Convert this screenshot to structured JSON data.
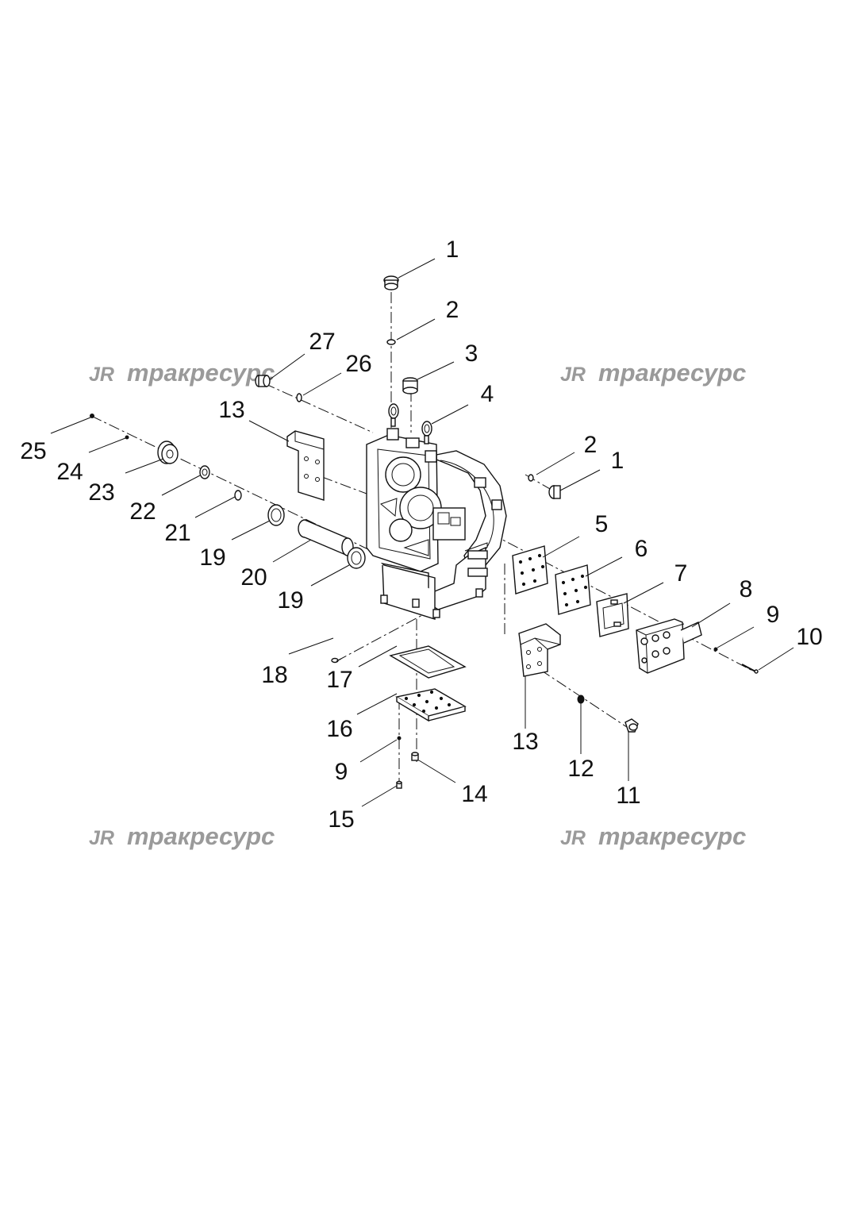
{
  "watermark": {
    "logo": "JR",
    "brand": "тракресурс"
  },
  "callouts": [
    {
      "id": "c1a",
      "label": "1"
    },
    {
      "id": "c2a",
      "label": "2"
    },
    {
      "id": "c27",
      "label": "27"
    },
    {
      "id": "c26",
      "label": "26"
    },
    {
      "id": "c3",
      "label": "3"
    },
    {
      "id": "c4",
      "label": "4"
    },
    {
      "id": "c13a",
      "label": "13"
    },
    {
      "id": "c25",
      "label": "25"
    },
    {
      "id": "c24",
      "label": "24"
    },
    {
      "id": "c23",
      "label": "23"
    },
    {
      "id": "c22",
      "label": "22"
    },
    {
      "id": "c21",
      "label": "21"
    },
    {
      "id": "c19a",
      "label": "19"
    },
    {
      "id": "c20",
      "label": "20"
    },
    {
      "id": "c19b",
      "label": "19"
    },
    {
      "id": "c2b",
      "label": "2"
    },
    {
      "id": "c1b",
      "label": "1"
    },
    {
      "id": "c5",
      "label": "5"
    },
    {
      "id": "c6",
      "label": "6"
    },
    {
      "id": "c7",
      "label": "7"
    },
    {
      "id": "c8",
      "label": "8"
    },
    {
      "id": "c9a",
      "label": "9"
    },
    {
      "id": "c10",
      "label": "10"
    },
    {
      "id": "c18",
      "label": "18"
    },
    {
      "id": "c17",
      "label": "17"
    },
    {
      "id": "c16",
      "label": "16"
    },
    {
      "id": "c9b",
      "label": "9"
    },
    {
      "id": "c15",
      "label": "15"
    },
    {
      "id": "c14",
      "label": "14"
    },
    {
      "id": "c13b",
      "label": "13"
    },
    {
      "id": "c12",
      "label": "12"
    },
    {
      "id": "c11",
      "label": "11"
    }
  ]
}
